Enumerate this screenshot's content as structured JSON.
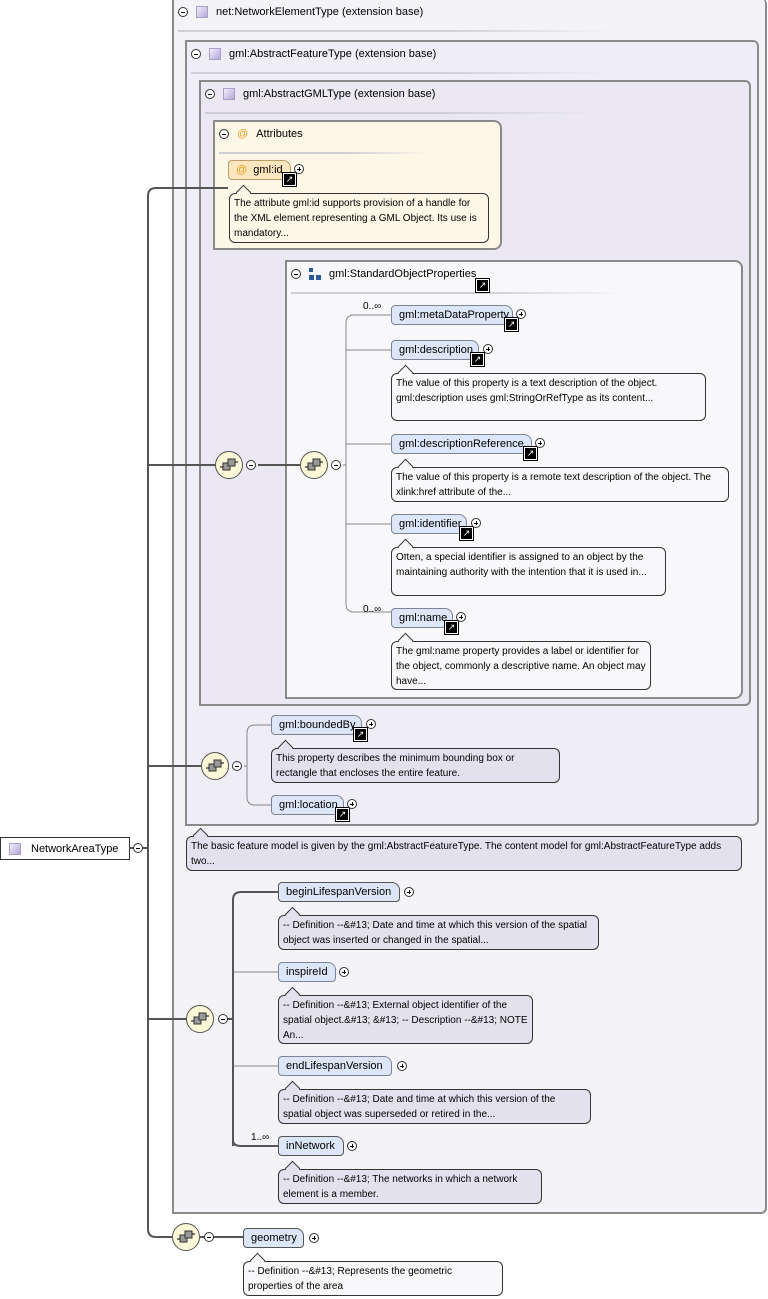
{
  "root": {
    "label": "NetworkAreaType"
  },
  "bases": {
    "network_element": "net:NetworkElementType (extension base)",
    "abstract_feature": "gml:AbstractFeatureType (extension base)",
    "abstract_gml": "gml:AbstractGMLType (extension base)"
  },
  "attributes": {
    "title": "Attributes",
    "id_label": "gml:id",
    "id_doc": "The attribute gml:id supports provision of a handle for the XML element representing a GML Object. Its use is mandatory..."
  },
  "standard_props": {
    "title": "gml:StandardObjectProperties",
    "elements": [
      {
        "label": "gml:metaDataProperty",
        "occurs": "0..∞",
        "doc": ""
      },
      {
        "label": "gml:description",
        "doc": "The value of this property is a text description of the object. gml:description uses gml:StringOrRefType as its content..."
      },
      {
        "label": "gml:descriptionReference",
        "doc": "The value of this property is a remote text description of the object. The xlink:href attribute of the..."
      },
      {
        "label": "gml:identifier",
        "doc": "Often, a special identifier is assigned to an object by the maintaining authority with the intention that it is used in..."
      },
      {
        "label": "gml:name",
        "occurs": "0..∞",
        "doc": "The gml:name property provides a label or identifier for the object, commonly a descriptive name. An object may have..."
      }
    ]
  },
  "feature": {
    "bounded_by": "gml:boundedBy",
    "bounded_by_doc": "This property describes the minimum bounding box or rectangle that encloses the entire feature.",
    "location": "gml:location",
    "doc": "The basic feature model is given by the gml:AbstractFeatureType. The content model for gml:AbstractFeatureType adds two..."
  },
  "network_element": [
    {
      "label": "beginLifespanVersion",
      "doc": "-- Definition --&#13; Date and time at which this version of the spatial object was inserted or changed in the spatial..."
    },
    {
      "label": "inspireId",
      "doc": "-- Definition --&#13; External object identifier of the spatial object.&#13; &#13; -- Description --&#13; NOTE An..."
    },
    {
      "label": "endLifespanVersion",
      "doc": "-- Definition --&#13; Date and time at which this version of the spatial object was superseded or retired in the..."
    },
    {
      "label": "inNetwork",
      "occurs": "1..∞",
      "doc": "-- Definition --&#13; The networks in which a network element is a member."
    }
  ],
  "geometry": {
    "label": "geometry",
    "doc": "-- Definition --&#13; Represents the geometric properties of the area"
  }
}
